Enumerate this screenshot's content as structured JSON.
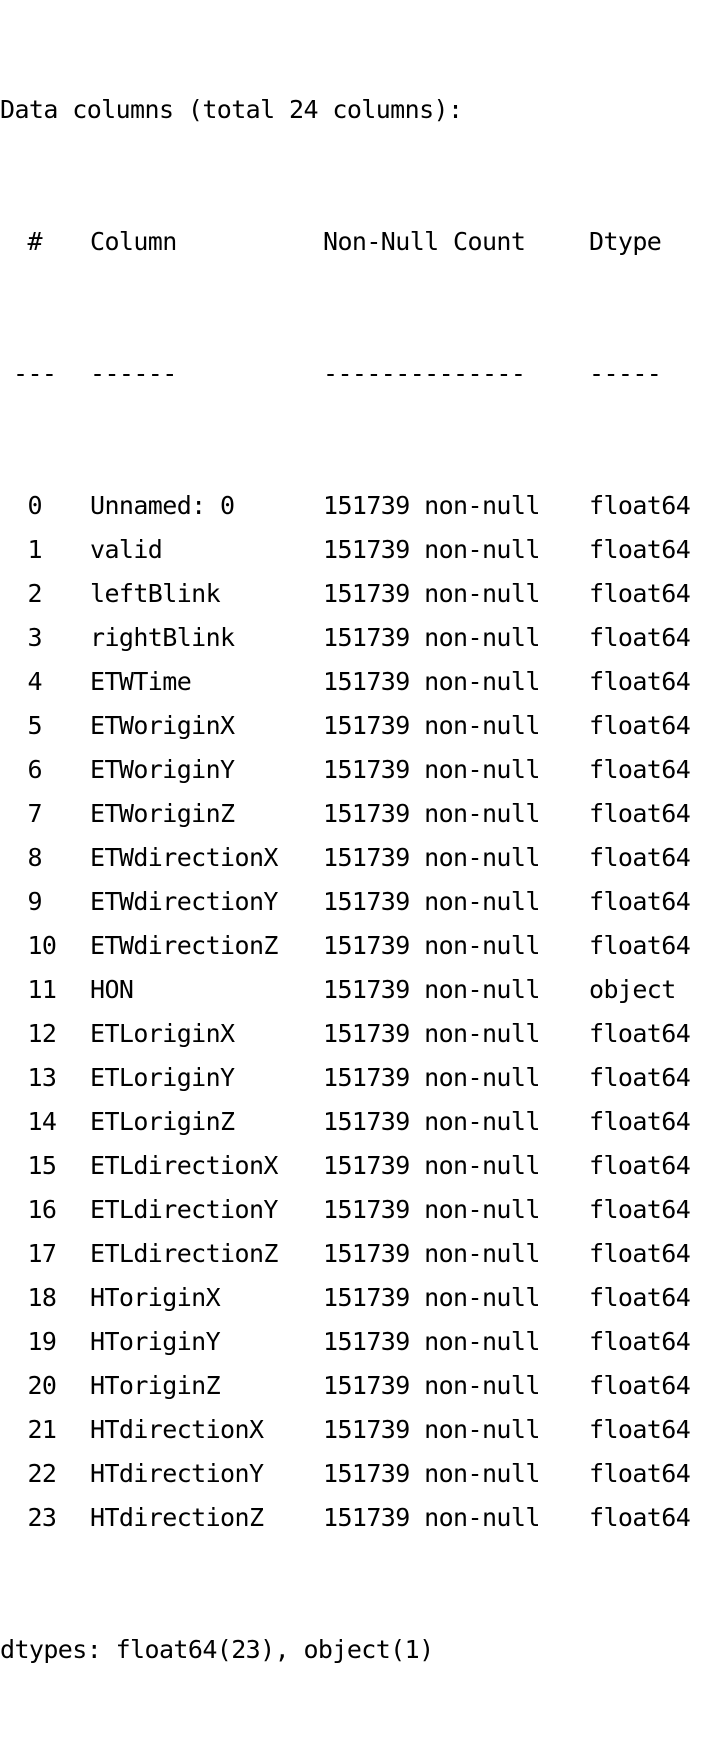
{
  "header": {
    "title_line": "Data columns (total 24 columns):",
    "col_index": " #",
    "col_name": "Column",
    "col_count": "Non-Null Count",
    "col_dtype": "Dtype",
    "sep_index": "---",
    "sep_name": "------",
    "sep_count": "--------------",
    "sep_dtype": "-----"
  },
  "rows": [
    {
      "idx": " 0",
      "name": "Unnamed: 0",
      "count": "151739 non-null",
      "dtype": "float64"
    },
    {
      "idx": " 1",
      "name": "valid",
      "count": "151739 non-null",
      "dtype": "float64"
    },
    {
      "idx": " 2",
      "name": "leftBlink",
      "count": "151739 non-null",
      "dtype": "float64"
    },
    {
      "idx": " 3",
      "name": "rightBlink",
      "count": "151739 non-null",
      "dtype": "float64"
    },
    {
      "idx": " 4",
      "name": "ETWTime",
      "count": "151739 non-null",
      "dtype": "float64"
    },
    {
      "idx": " 5",
      "name": "ETWoriginX",
      "count": "151739 non-null",
      "dtype": "float64"
    },
    {
      "idx": " 6",
      "name": "ETWoriginY",
      "count": "151739 non-null",
      "dtype": "float64"
    },
    {
      "idx": " 7",
      "name": "ETWoriginZ",
      "count": "151739 non-null",
      "dtype": "float64"
    },
    {
      "idx": " 8",
      "name": "ETWdirectionX",
      "count": "151739 non-null",
      "dtype": "float64"
    },
    {
      "idx": " 9",
      "name": "ETWdirectionY",
      "count": "151739 non-null",
      "dtype": "float64"
    },
    {
      "idx": " 10",
      "name": "ETWdirectionZ",
      "count": "151739 non-null",
      "dtype": "float64"
    },
    {
      "idx": " 11",
      "name": "HON",
      "count": "151739 non-null",
      "dtype": "object"
    },
    {
      "idx": " 12",
      "name": "ETLoriginX",
      "count": "151739 non-null",
      "dtype": "float64"
    },
    {
      "idx": " 13",
      "name": "ETLoriginY",
      "count": "151739 non-null",
      "dtype": "float64"
    },
    {
      "idx": " 14",
      "name": "ETLoriginZ",
      "count": "151739 non-null",
      "dtype": "float64"
    },
    {
      "idx": " 15",
      "name": "ETLdirectionX",
      "count": "151739 non-null",
      "dtype": "float64"
    },
    {
      "idx": " 16",
      "name": "ETLdirectionY",
      "count": "151739 non-null",
      "dtype": "float64"
    },
    {
      "idx": " 17",
      "name": "ETLdirectionZ",
      "count": "151739 non-null",
      "dtype": "float64"
    },
    {
      "idx": " 18",
      "name": "HToriginX",
      "count": "151739 non-null",
      "dtype": "float64"
    },
    {
      "idx": " 19",
      "name": "HToriginY",
      "count": "151739 non-null",
      "dtype": "float64"
    },
    {
      "idx": " 20",
      "name": "HToriginZ",
      "count": "151739 non-null",
      "dtype": "float64"
    },
    {
      "idx": " 21",
      "name": "HTdirectionX",
      "count": "151739 non-null",
      "dtype": "float64"
    },
    {
      "idx": " 22",
      "name": "HTdirectionY",
      "count": "151739 non-null",
      "dtype": "float64"
    },
    {
      "idx": " 23",
      "name": "HTdirectionZ",
      "count": "151739 non-null",
      "dtype": "float64"
    }
  ],
  "footer": {
    "dtypes_line": "dtypes: float64(23), object(1)"
  }
}
